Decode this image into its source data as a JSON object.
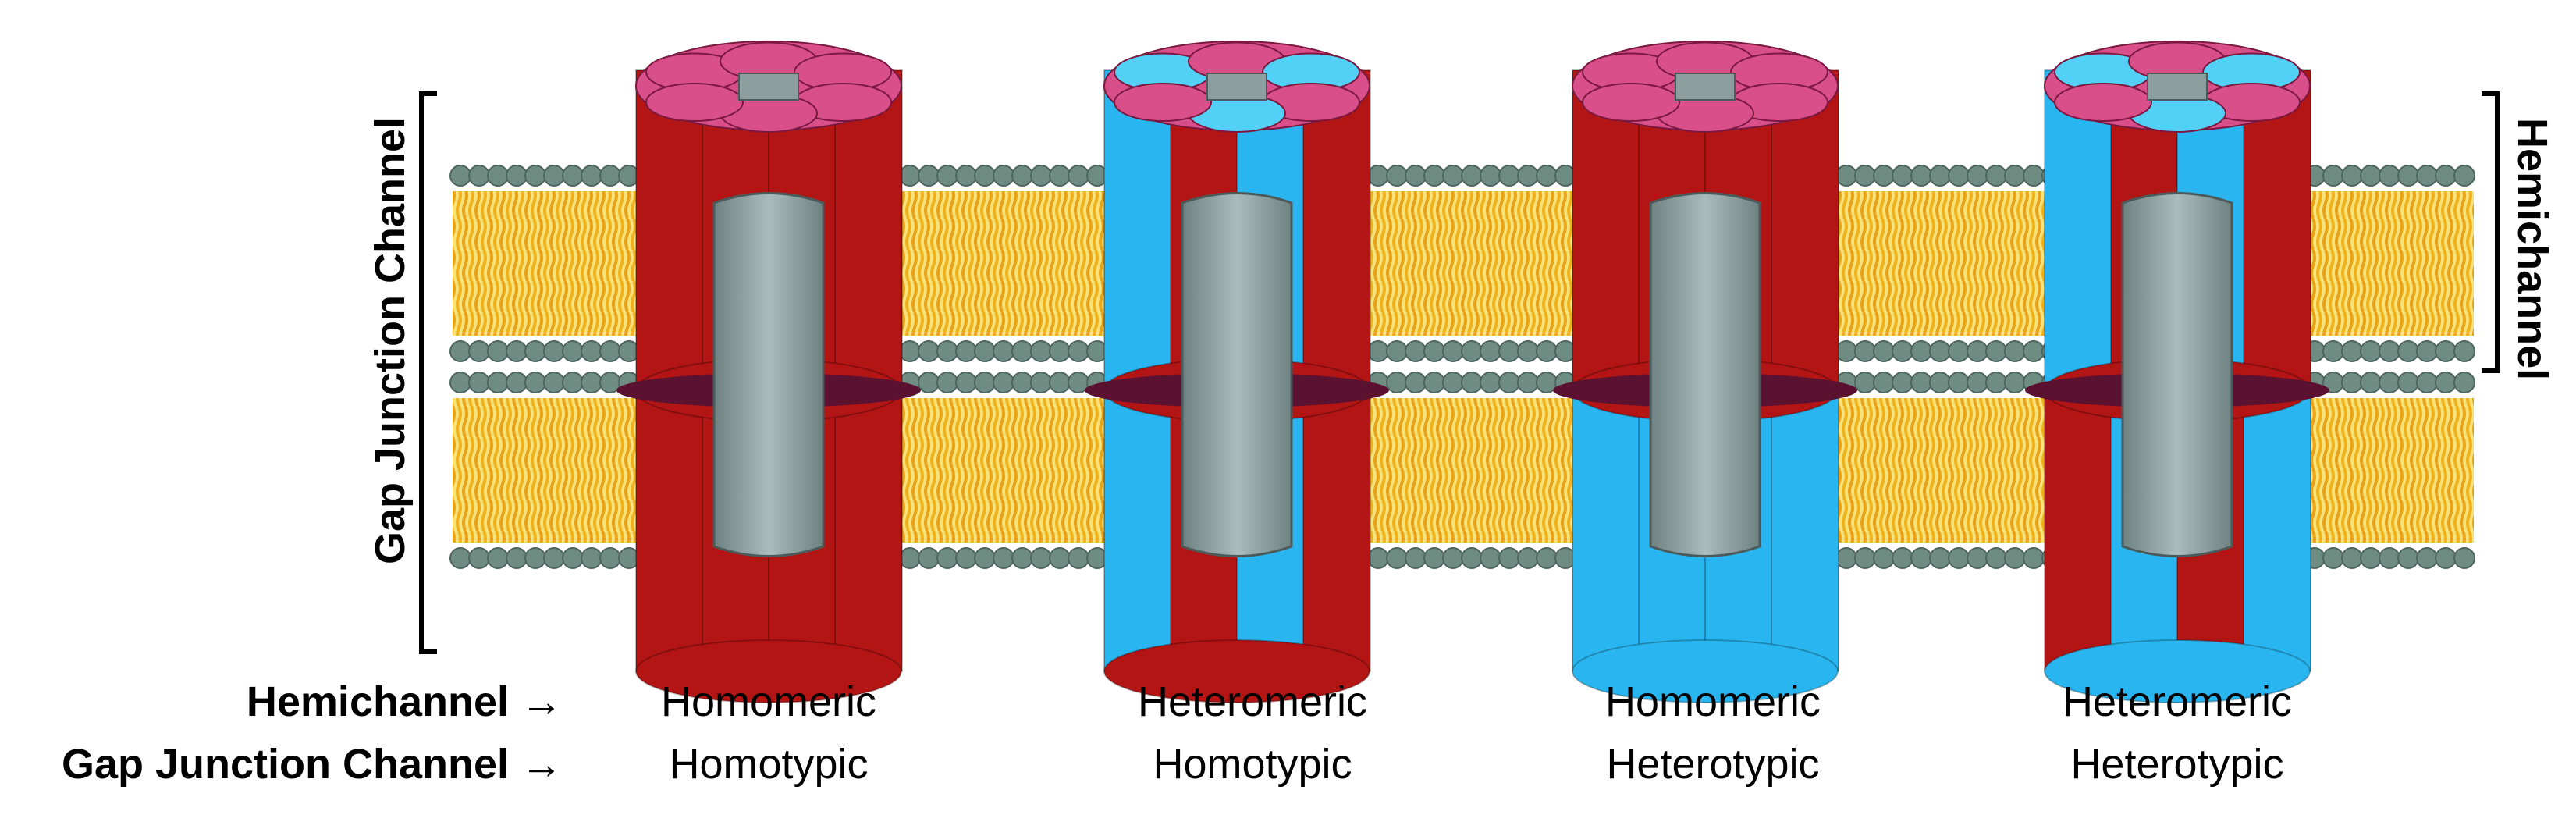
{
  "labels": {
    "gap_junction_channel": "Gap Junction Channel",
    "hemichannel": "Hemichannel"
  },
  "rows": {
    "hemichannel": "Hemichannel →",
    "gap_junction_channel": "Gap Junction Channel →"
  },
  "columns": [
    {
      "hemichannel_type": "Homomeric",
      "channel_type": "Homotypic"
    },
    {
      "hemichannel_type": "Heteromeric",
      "channel_type": "Homotypic"
    },
    {
      "hemichannel_type": "Homomeric",
      "channel_type": "Heterotypic"
    },
    {
      "hemichannel_type": "Heteromeric",
      "channel_type": "Heterotypic"
    }
  ],
  "colors": {
    "connexin_a": "#b31414",
    "connexin_a_top": "#d94f8a",
    "connexin_b": "#29b6f0",
    "connexin_b_top": "#52d0f5",
    "pore": "#8c9e9e",
    "lipid_head": "#6f8c82",
    "lipid_tail": "#f2c530"
  },
  "channels": [
    {
      "top": [
        "a",
        "a",
        "a",
        "a",
        "a",
        "a"
      ],
      "bottom": [
        "a",
        "a",
        "a",
        "a",
        "a",
        "a"
      ]
    },
    {
      "top": [
        "b",
        "a",
        "b",
        "a",
        "b",
        "a"
      ],
      "bottom": [
        "b",
        "a",
        "b",
        "a",
        "b",
        "a"
      ]
    },
    {
      "top": [
        "a",
        "a",
        "a",
        "a",
        "a",
        "a"
      ],
      "bottom": [
        "b",
        "b",
        "b",
        "b",
        "b",
        "b"
      ]
    },
    {
      "top": [
        "b",
        "a",
        "b",
        "a",
        "b",
        "a"
      ],
      "bottom": [
        "a",
        "b",
        "a",
        "b",
        "b",
        "b"
      ]
    }
  ]
}
